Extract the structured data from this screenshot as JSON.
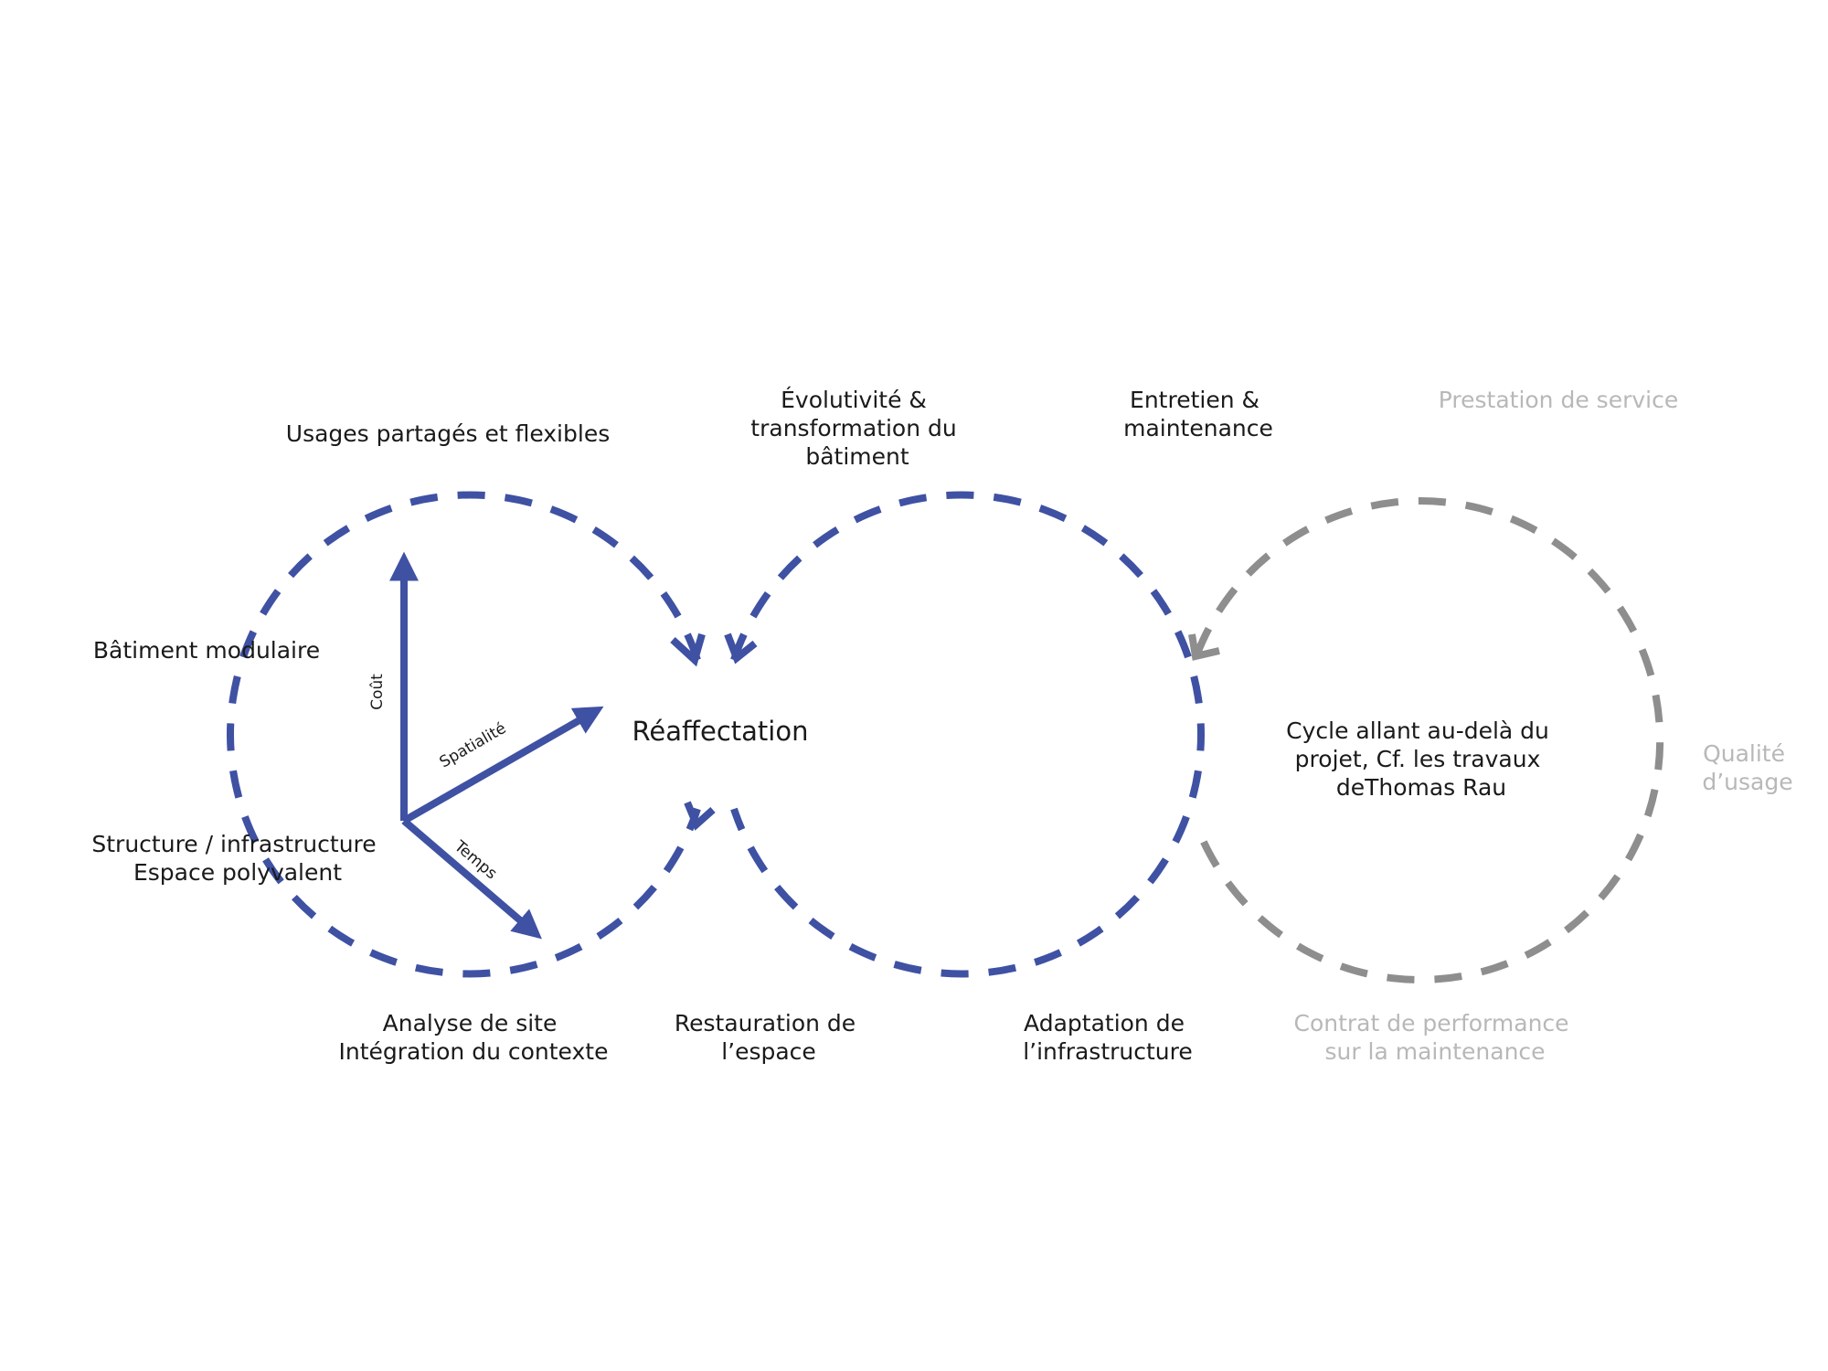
{
  "colors": {
    "blue": "#3f51a3",
    "grey": "#8e8e8e",
    "grey_text": "#b8b8b8",
    "text": "#1a1a1a"
  },
  "center_label": "Réaffectation",
  "axes": {
    "cout": "Coût",
    "spatialite": "Spatialité",
    "temps": "Temps"
  },
  "left_loop": {
    "top": "Usages partagés et flexibles",
    "upper_left": "Bâtiment modulaire",
    "lower_left": [
      "Structure / infrastructure",
      "Espace polyvalent"
    ],
    "bottom": [
      "Analyse de site",
      "Intégration du contexte"
    ]
  },
  "middle_loop": {
    "top_left": [
      "Évolutivité &",
      "transformation du",
      "bâtiment"
    ],
    "top_right": [
      "Entretien &",
      "maintenance"
    ],
    "bottom_left": [
      "Restauration de",
      "l’espace"
    ],
    "bottom_right": [
      "Adaptation de",
      "l’infrastructure"
    ]
  },
  "right_loop": {
    "center": [
      "Cycle allant au-delà du",
      "projet, Cf. les travaux",
      "deThomas Rau"
    ],
    "top": "Prestation de service",
    "right": [
      "Qualité",
      "d’usage"
    ],
    "bottom": [
      "Contrat de performance",
      "sur la maintenance"
    ]
  }
}
